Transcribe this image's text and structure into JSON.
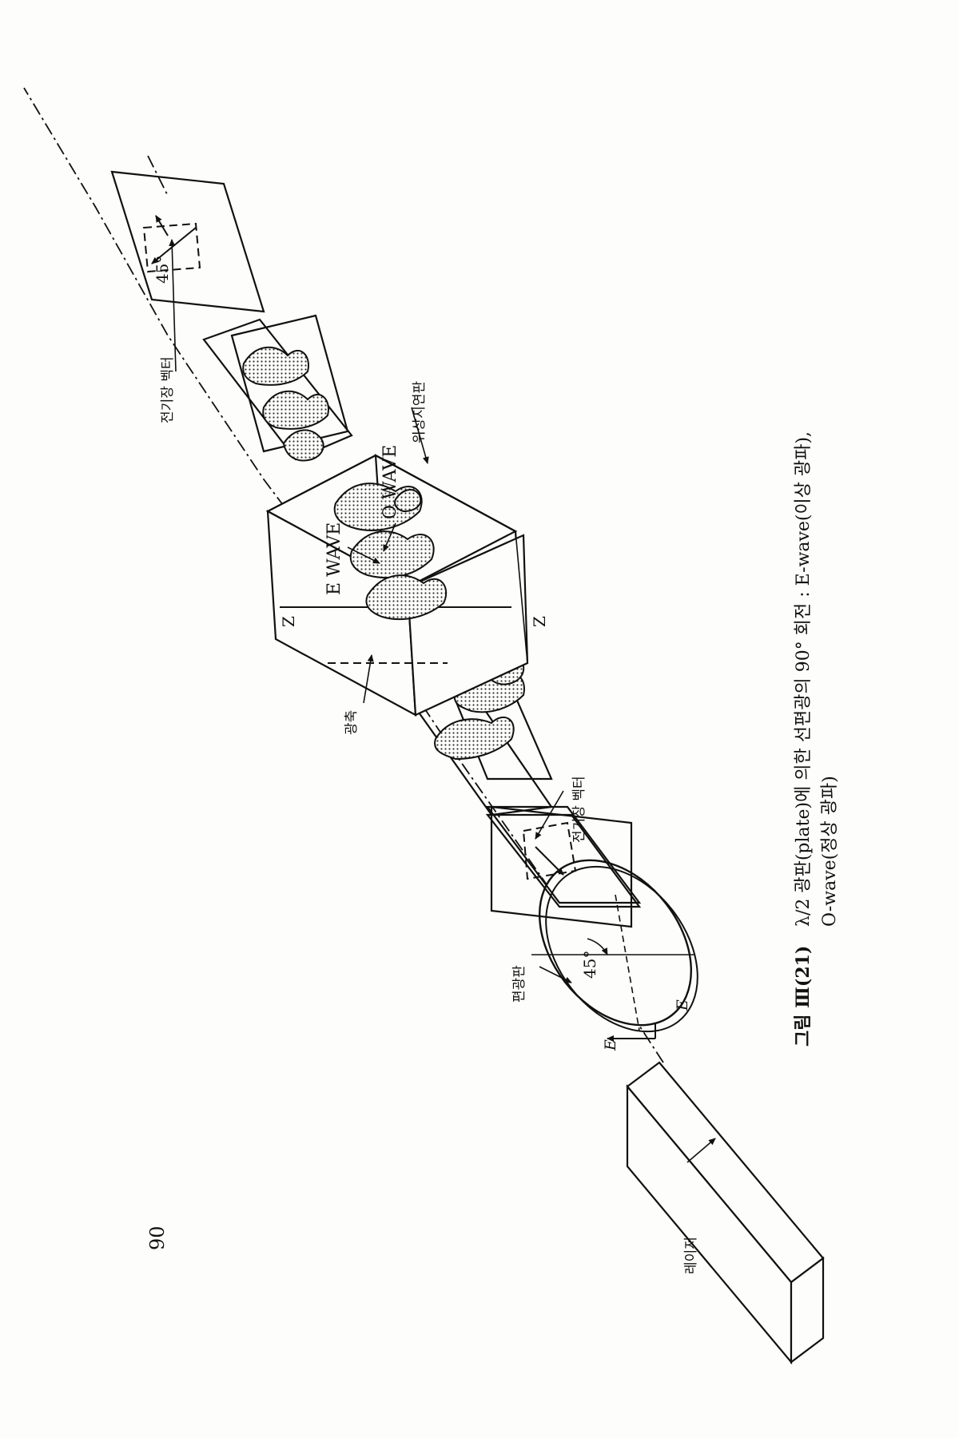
{
  "page_number": "90",
  "caption": {
    "figure_label": "그림 Ⅲ(21)",
    "line1": "λ/2 광판(plate)에 의한 선편광의 90° 회전 : E-wave(이상 광파),",
    "line2": "O-wave(정상 광파)"
  },
  "labels": {
    "laser": "레이저",
    "polarizer": "편광판",
    "optic_axis": "광축",
    "field_vector_1": "전기장 벡터",
    "field_vector_2": "전기장 벡터",
    "retarder": "위상지연판",
    "e_wave": "E WAVE",
    "o_wave": "O WAVE",
    "z_top": "Z",
    "z_bottom": "Z",
    "angle_polarizer": "45°",
    "angle_output": "45°",
    "e_vector_1": "E",
    "e_vector_2": "E"
  }
}
